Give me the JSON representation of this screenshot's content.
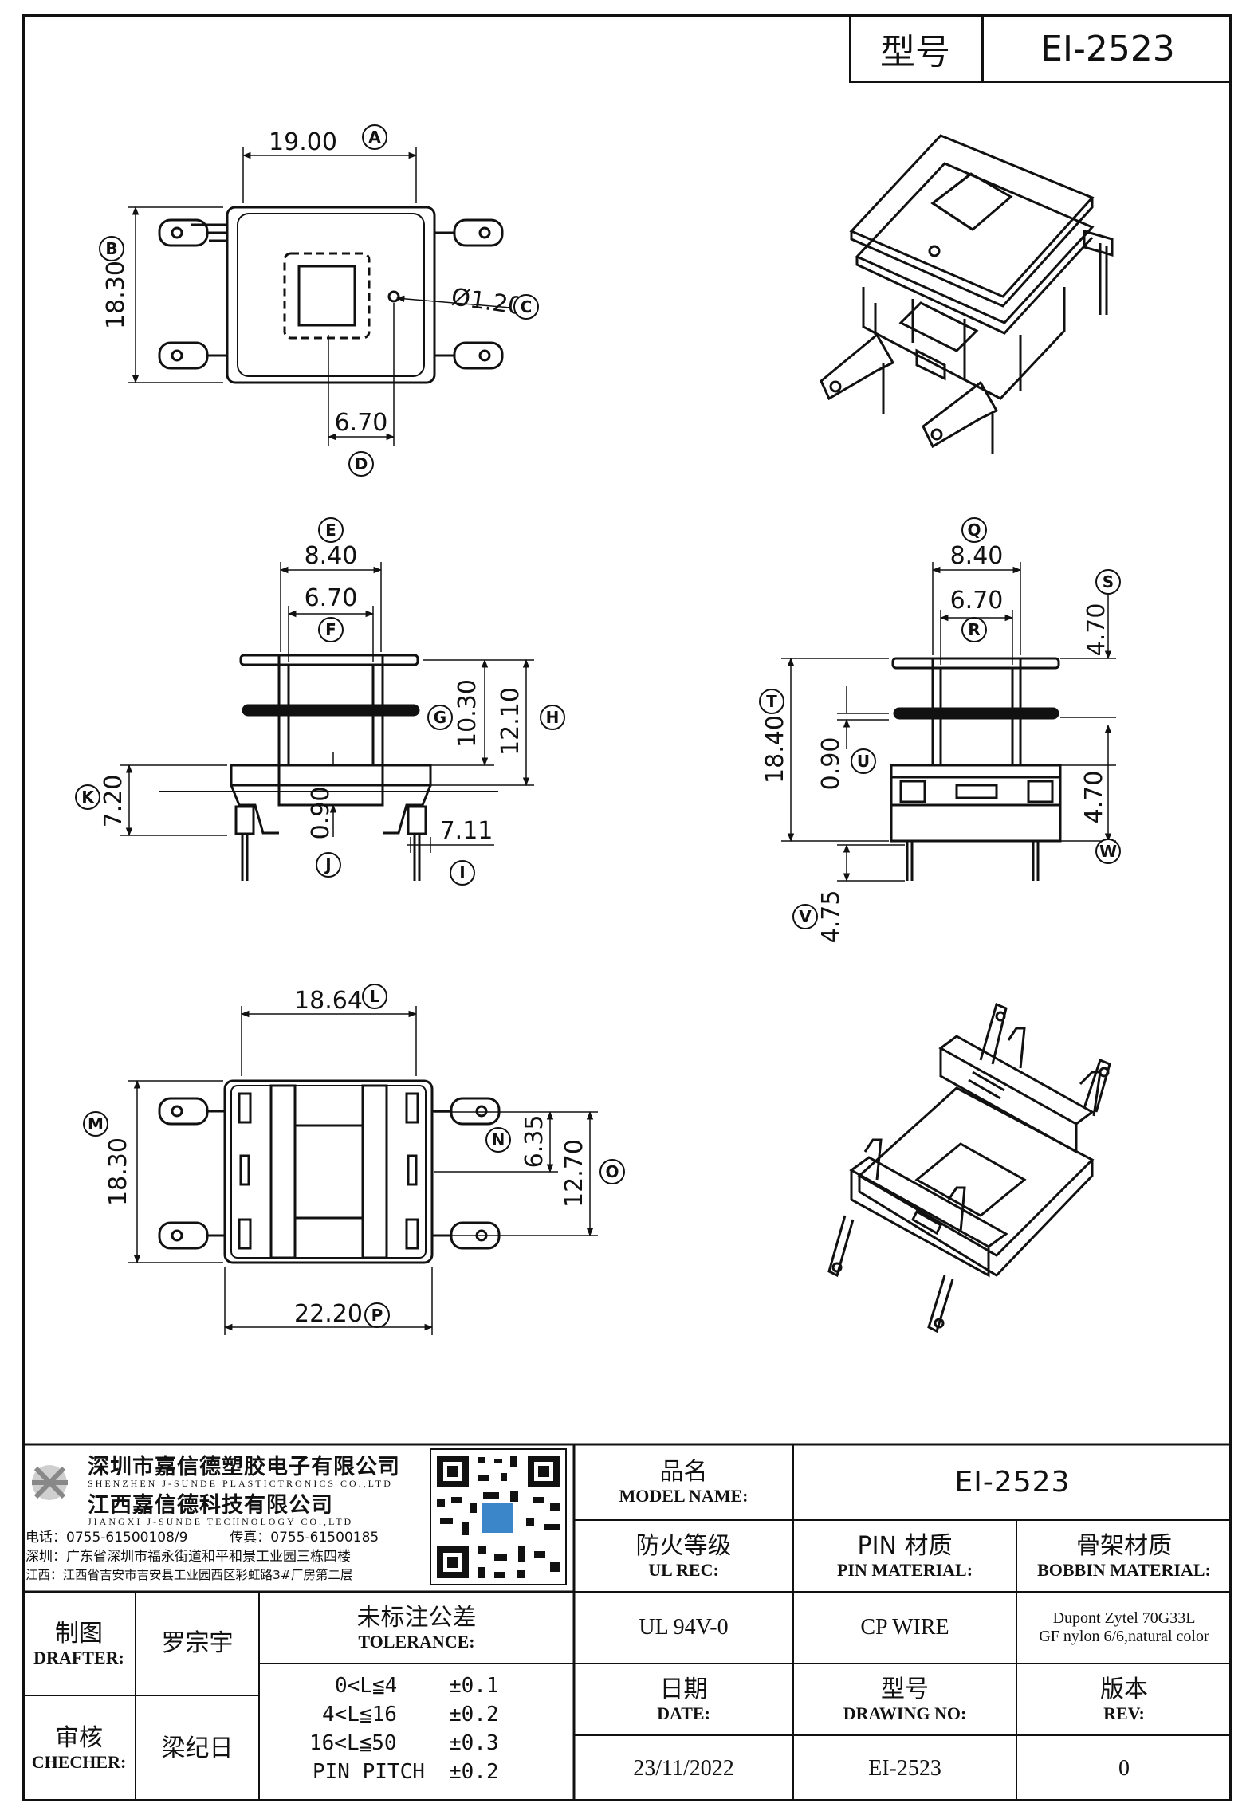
{
  "top_title": {
    "label": "型号",
    "value": "EI-2523"
  },
  "dimensions": {
    "A": "19.00",
    "B": "18.30",
    "C": "Ø1.20",
    "D": "6.70",
    "E": "8.40",
    "F": "6.70",
    "G": "10.30",
    "H": "12.10",
    "K": "7.20",
    "J": "0.90",
    "I": "7.11",
    "Q": "8.40",
    "R": "6.70",
    "S": "4.70",
    "T": "18.40",
    "U": "0.90",
    "W": "4.70",
    "V": "4.75",
    "L": "18.64",
    "M": "18.30",
    "N": "6.35",
    "O": "12.70",
    "P": "22.20"
  },
  "letters": [
    "A",
    "B",
    "C",
    "D",
    "E",
    "F",
    "G",
    "H",
    "K",
    "J",
    "I",
    "Q",
    "R",
    "S",
    "T",
    "U",
    "W",
    "V",
    "L",
    "M",
    "N",
    "O",
    "P"
  ],
  "company": {
    "name_cn_1": "深圳市嘉信德塑胶电子有限公司",
    "name_en_1": "SHENZHEN J-SUNDE PLASTICTRONICS CO.,LTD",
    "name_cn_2": "江西嘉信德科技有限公司",
    "name_en_2": "JIANGXI J-SUNDE TECHNOLOGY CO.,LTD",
    "phone_label": "电话：",
    "phone": "0755-61500108/9",
    "fax_label": "传真：",
    "fax": "0755-61500185",
    "addr_sz_label": "深圳：",
    "addr_sz": "广东省深圳市福永街道和平和景工业园三栋四楼",
    "addr_jx_label": "江西：",
    "addr_jx": "江西省吉安市吉安县工业园西区彩虹路3#厂房第二层"
  },
  "title_block": {
    "model_name_zh": "品名",
    "model_name_en": "MODEL NAME:",
    "model_name_value": "EI-2523",
    "ul_zh": "防火等级",
    "ul_en": "UL REC:",
    "ul_value": "UL 94V-0",
    "pin_zh": "PIN 材质",
    "pin_en": "PIN MATERIAL:",
    "pin_value": "CP WIRE",
    "bobbin_zh": "骨架材质",
    "bobbin_en": "BOBBIN MATERIAL:",
    "bobbin_value_1": "Dupont Zytel 70G33L",
    "bobbin_value_2": "GF nylon 6/6,natural color",
    "date_zh": "日期",
    "date_en": "DATE:",
    "date_value": "23/11/2022",
    "drawing_zh": "型号",
    "drawing_en": "DRAWING NO:",
    "drawing_value": "EI-2523",
    "rev_zh": "版本",
    "rev_en": "REV:",
    "rev_value": "0",
    "drafter_zh": "制图",
    "drafter_en": "DRAFTER:",
    "drafter_value": "罗宗宇",
    "checker_zh": "审核",
    "checker_en": "CHECHER:",
    "checker_value": "梁纪日",
    "tolerance_zh": "未标注公差",
    "tolerance_en": "TOLERANCE:",
    "tol_rows": [
      {
        "range": "0<L≦4",
        "value": "±0.1"
      },
      {
        "range": "4<L≦16",
        "value": "±0.2"
      },
      {
        "range": "16<L≦50",
        "value": "±0.3"
      },
      {
        "range": "PIN PITCH",
        "value": "±0.2"
      }
    ]
  }
}
